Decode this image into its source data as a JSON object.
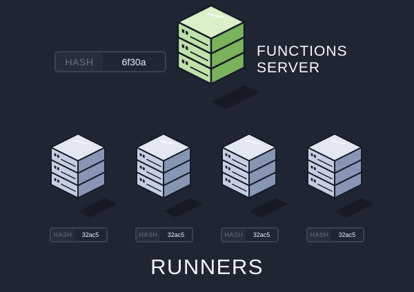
{
  "server": {
    "title_line1": "FUNCTIONS",
    "title_line2": "SERVER",
    "hash_label": "HASH",
    "hash_value": "6f30a",
    "color": "#bfe3a8"
  },
  "runners": {
    "title": "RUNNERS",
    "color": "#c5cee2",
    "items": [
      {
        "hash_label": "HASH",
        "hash_value": "32ac5"
      },
      {
        "hash_label": "HASH",
        "hash_value": "32ac5"
      },
      {
        "hash_label": "HASH",
        "hash_value": "32ac5"
      },
      {
        "hash_label": "HASH",
        "hash_value": "32ac5"
      }
    ]
  },
  "colors": {
    "background": "#1f2532",
    "server_top": "#d9f0c9",
    "server_left": "#bfe3a8",
    "server_right": "#7ab35b",
    "runner_top": "#e2e7f2",
    "runner_left": "#c5cee2",
    "runner_right": "#8796b5",
    "outline": "#161b26"
  }
}
